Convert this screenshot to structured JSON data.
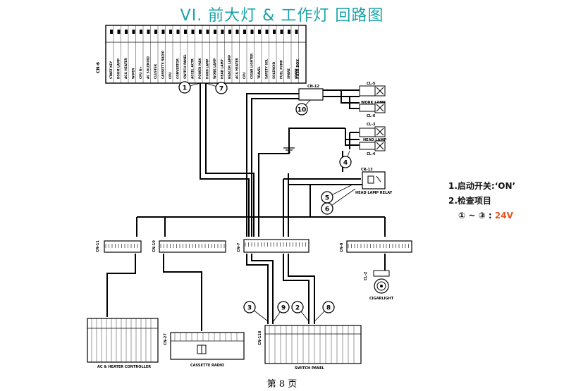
{
  "title": "VI. 前大灯 & 工作灯 回路图",
  "footer": "第 8 页",
  "checks": {
    "item1": "1.启动开关:‘ON’",
    "item2": "2.检查项目",
    "range_prefix": "① ~ ③ :",
    "voltage": "24V"
  },
  "connectors": {
    "cn6": "CN-6",
    "cn11": "CN-11",
    "cn10": "CN-10",
    "cn7": "CN-7",
    "cn8": "CN-8",
    "cn12": "CN-12",
    "cn116": "CN-116",
    "cn27": "CN-27",
    "cr13": "CR-13",
    "cl5": "CL-5",
    "cl6": "CL-6",
    "cl3": "CL-3",
    "cl4": "CL-4",
    "cl2": "CL-2"
  },
  "labels": {
    "work_lamp": "WORK LAMP",
    "head_lamp": "HEAD LAMP",
    "head_lamp_relay": "HEAD LAMP RELAY",
    "cigar_light": "CIGARLIGHT",
    "ac_heater": "AC & HEATER CONTROLLER",
    "cassette_radio": "CASSETTE RADIO",
    "switch_panel": "SWITCH PANEL",
    "fuse_box": "FUSE BOX"
  },
  "fuse_names": [
    "START KEY",
    "ROOM LAMP",
    "AC& HEATER",
    "WIPER",
    "CPU B+",
    "AC SOLENOID",
    "CLUSTER",
    "CASSETTE RADIO",
    "CPU",
    "CONVERTOR",
    "SWITCH PANEL",
    "ACCEL ACTR",
    "POWER MAX",
    "HORN LAMP",
    "WORK LAMP",
    "HEAD LAMP",
    "BEACON LAMP",
    "AC& HEATER",
    "CPU",
    "CIGAR LIGHTER",
    "TRAVEL",
    "SAFETY SOL",
    "SOLENOID",
    "FUEL PUMP",
    "SPARE",
    "SPARE"
  ],
  "callouts": [
    "1",
    "7",
    "10",
    "4",
    "5",
    "6",
    "3",
    "9",
    "2",
    "8"
  ]
}
